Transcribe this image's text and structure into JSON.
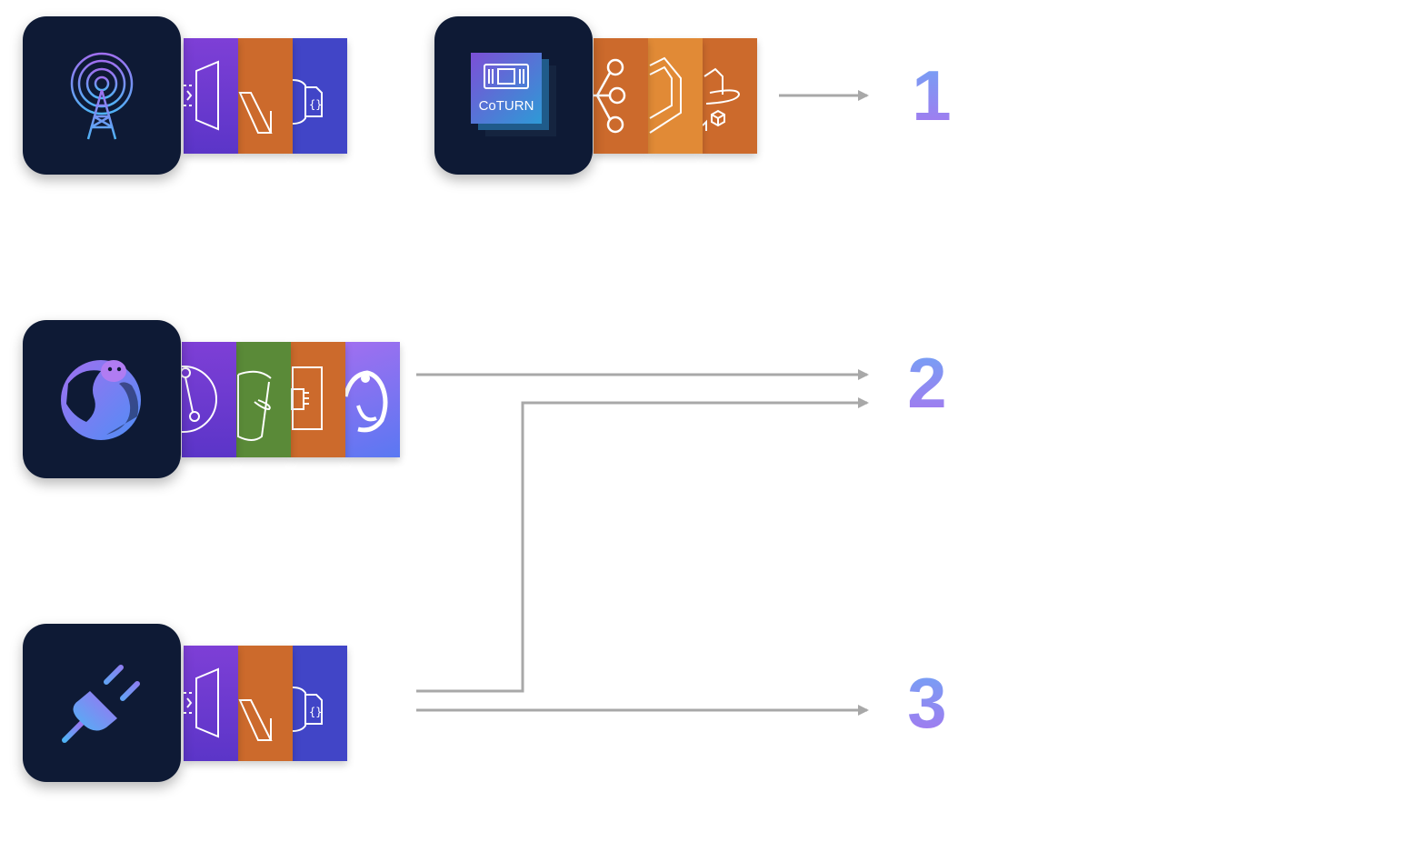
{
  "colors": {
    "card_bg": "#0e1a35",
    "arrow": "#a8a8a8",
    "number_gradient_top": "#6fa6f5",
    "number_gradient_bottom": "#a875ef"
  },
  "groups": [
    {
      "id": "group-1",
      "main_icon": "radio-tower-icon",
      "tiles": [
        "api-gateway-icon",
        "lambda-icon",
        "dynamodb-icon"
      ]
    },
    {
      "id": "group-2",
      "main_icon": "coturn-icon",
      "coturn_label": "CoTURN",
      "tiles": [
        "sns-icon",
        "ecs-icon",
        "ecr-icon"
      ]
    },
    {
      "id": "group-3",
      "main_icon": "otter-globe-icon",
      "tiles": [
        "cloudfront-icon",
        "s3-bucket-icon",
        "ec2-icon",
        "otter-icon"
      ]
    },
    {
      "id": "group-4",
      "main_icon": "plug-icon",
      "tiles": [
        "api-gateway-icon",
        "lambda-icon",
        "dynamodb-icon"
      ]
    }
  ],
  "outputs": {
    "one": "1",
    "two": "2",
    "three": "3"
  }
}
